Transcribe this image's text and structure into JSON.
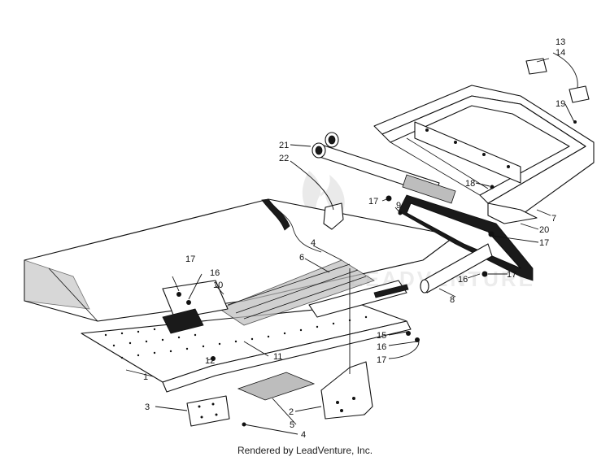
{
  "callouts": {
    "c13": "13",
    "c14": "14",
    "c19": "19",
    "c21": "21",
    "c22": "22",
    "c18": "18",
    "c17a": "17",
    "c9": "9",
    "c7": "7",
    "c20": "20",
    "c17b": "17",
    "c4a": "4",
    "c6": "6",
    "c17c": "17",
    "c16a": "16",
    "c10": "10",
    "c16b": "16",
    "c17d": "17",
    "c8": "8",
    "c15": "15",
    "c16c": "16",
    "c17e": "17",
    "c12": "12",
    "c11": "11",
    "c1": "1",
    "c3": "3",
    "c2": "2",
    "c5": "5",
    "c4b": "4"
  },
  "watermark": "LEADVENTURE",
  "credit": "Rendered by LeadVenture, Inc."
}
